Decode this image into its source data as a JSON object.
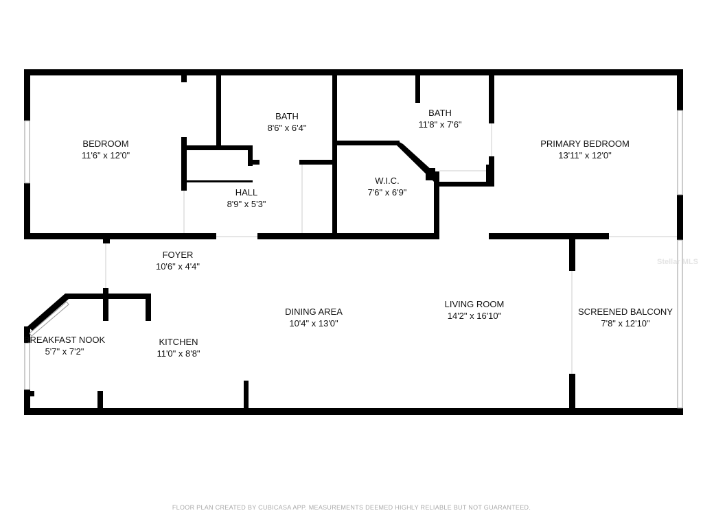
{
  "rooms": [
    {
      "name": "BEDROOM",
      "size": "11'6\" x 12'0\""
    },
    {
      "name": "BATH",
      "size": "8'6\" x 6'4\""
    },
    {
      "name": "BATH",
      "size": "11'8\" x 7'6\""
    },
    {
      "name": "PRIMARY BEDROOM",
      "size": "13'11\" x 12'0\""
    },
    {
      "name": "HALL",
      "size": "8'9\" x 5'3\""
    },
    {
      "name": "W.I.C.",
      "size": "7'6\" x 6'9\""
    },
    {
      "name": "FOYER",
      "size": "10'6\" x 4'4\""
    },
    {
      "name": "DINING AREA",
      "size": "10'4\" x 13'0\""
    },
    {
      "name": "LIVING ROOM",
      "size": "14'2\" x 16'10\""
    },
    {
      "name": "SCREENED BALCONY",
      "size": "7'8\" x 12'10\""
    },
    {
      "name": "BREAKFAST NOOK",
      "size": "5'7\" x 7'2\""
    },
    {
      "name": "KITCHEN",
      "size": "11'0\" x 8'8\""
    }
  ],
  "watermark": "Stellar MLS",
  "footer": "FLOOR PLAN CREATED BY CUBICASA APP. MEASUREMENTS DEEMED HIGHLY RELIABLE BUT NOT GUARANTEED.",
  "colors": {
    "wall": "#000000",
    "window": "#bbbbbb"
  }
}
